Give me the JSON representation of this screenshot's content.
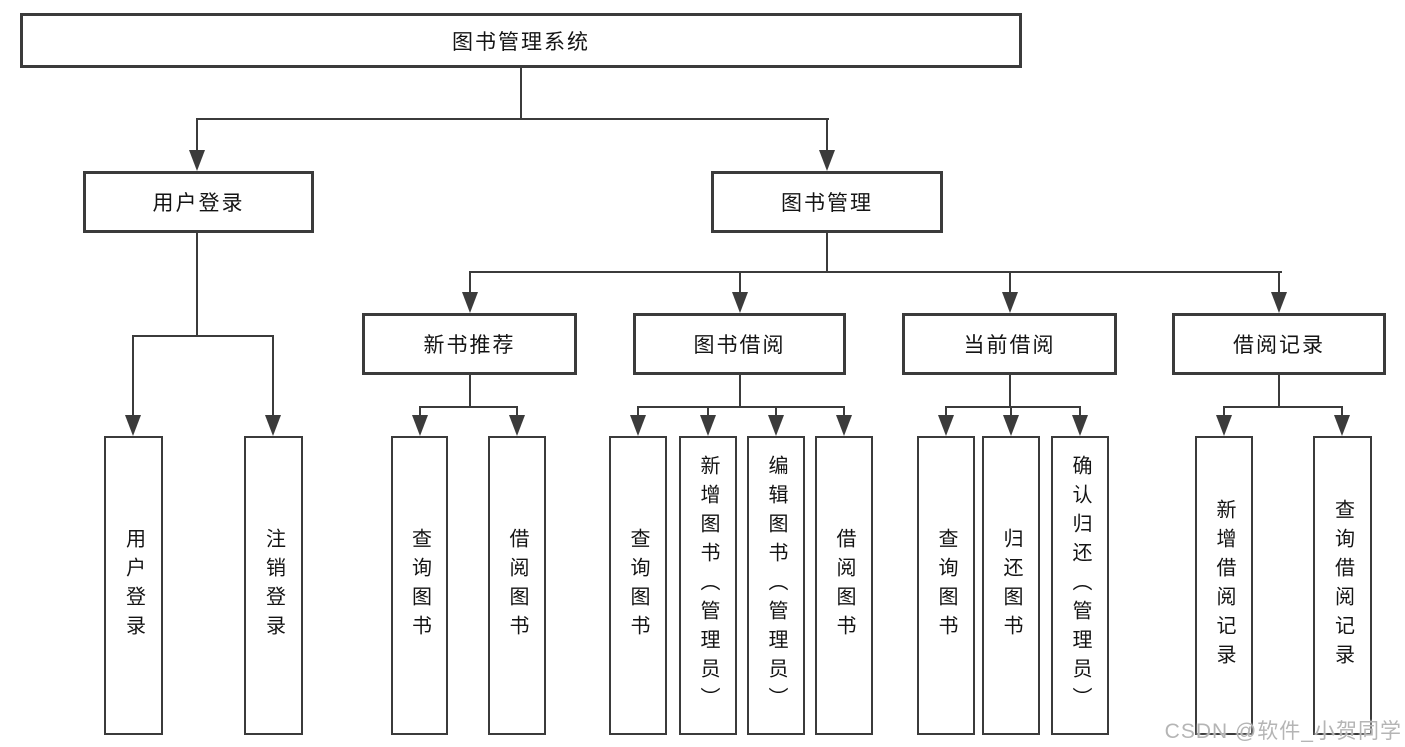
{
  "diagram": {
    "title": "图书管理系统",
    "level2": [
      {
        "label": "用户登录"
      },
      {
        "label": "图书管理"
      }
    ],
    "level3": [
      {
        "label": "新书推荐"
      },
      {
        "label": "图书借阅"
      },
      {
        "label": "当前借阅"
      },
      {
        "label": "借阅记录"
      }
    ],
    "leaves": [
      {
        "label": "用户登录"
      },
      {
        "label": "注销登录"
      },
      {
        "label": "查询图书"
      },
      {
        "label": "借阅图书"
      },
      {
        "label": "查询图书"
      },
      {
        "label": "新增图书（管理员）"
      },
      {
        "label": "编辑图书（管理员）"
      },
      {
        "label": "借阅图书"
      },
      {
        "label": "查询图书"
      },
      {
        "label": "归还图书"
      },
      {
        "label": "确认归还（管理员）"
      },
      {
        "label": "新增借阅记录"
      },
      {
        "label": "查询借阅记录"
      }
    ],
    "watermark": "CSDN @软件_小贺同学",
    "colors": {
      "line": "#3b3b3b",
      "text": "#141414",
      "watermark": "#b5b5b5",
      "background": "#ffffff"
    }
  }
}
